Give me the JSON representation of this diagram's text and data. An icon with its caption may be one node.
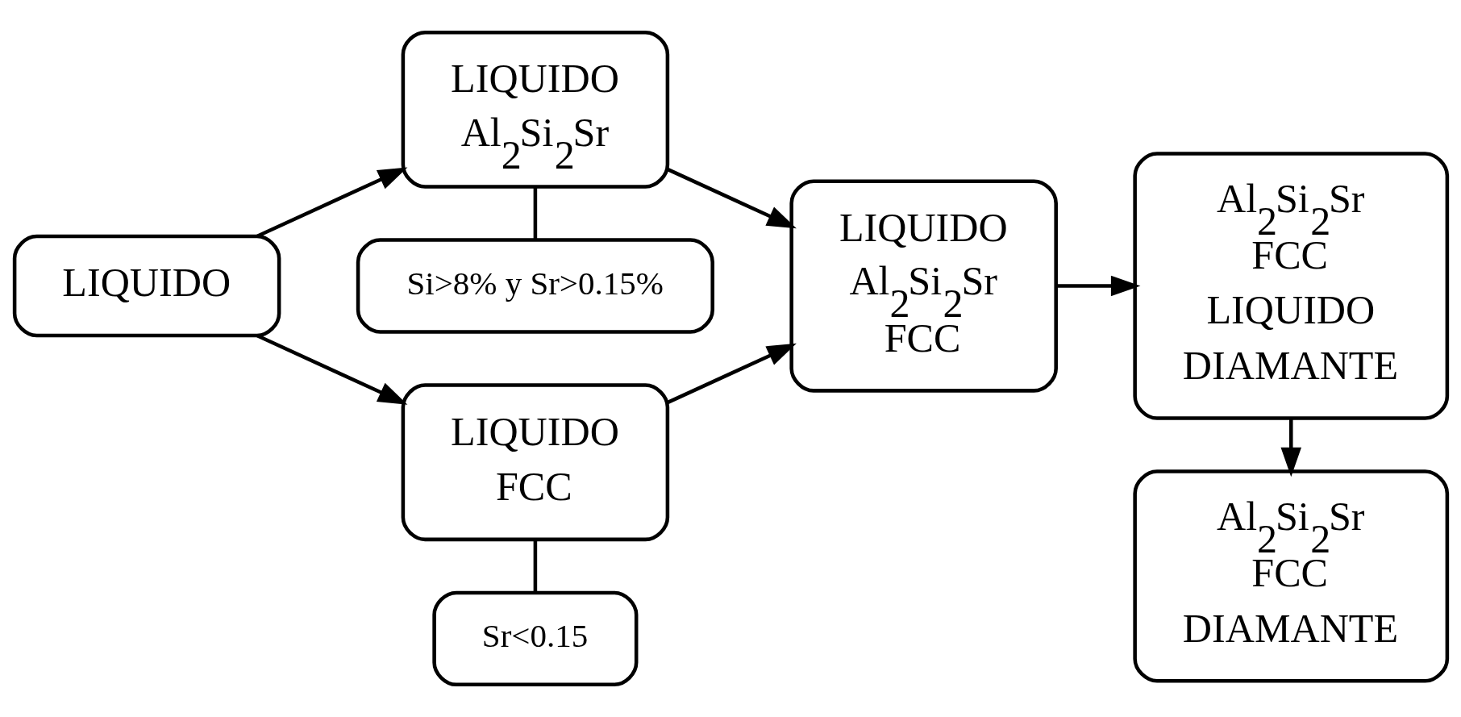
{
  "diagram": {
    "nodes": [
      {
        "text": [
          "LIQUIDO"
        ]
      },
      {
        "text": [
          "Si>8% y Sr>0.15%"
        ]
      },
      {
        "text": [
          "LIQUIDO",
          "Al$_{2}$Si$_{2}$Sr"
        ]
      },
      {
        "text": [
          "LIQUIDO",
          "FCC"
        ]
      },
      {
        "text": [
          "LIQUIDO",
          "Al$_{2}$Si$_{2}$Sr",
          "FCC"
        ]
      },
      {
        "text": [
          "Sr<0.15"
        ]
      },
      {
        "text": [
          "Al$_{2}$Si$_{2}$Sr",
          "FCC",
          "LIQUIDO",
          "DIAMANTE"
        ]
      },
      {
        "text": [
          "Al$_{2}$Si$_{2}$Sr",
          "FCC",
          "DIAMANTE"
        ]
      }
    ],
    "edges": [
      {
        "from": 0,
        "to": 2,
        "arrow": "to"
      },
      {
        "from": 0,
        "to": 3,
        "arrow": "to"
      },
      {
        "from": 2,
        "to": 1,
        "arrow": "none"
      },
      {
        "from": 3,
        "to": 5,
        "arrow": "none"
      },
      {
        "from": 2,
        "to": 4,
        "arrow": "to"
      },
      {
        "from": 3,
        "to": 4,
        "arrow": "to"
      },
      {
        "from": 4,
        "to": 6,
        "arrow": "to"
      },
      {
        "from": 6,
        "to": 7,
        "arrow": "to"
      }
    ]
  }
}
